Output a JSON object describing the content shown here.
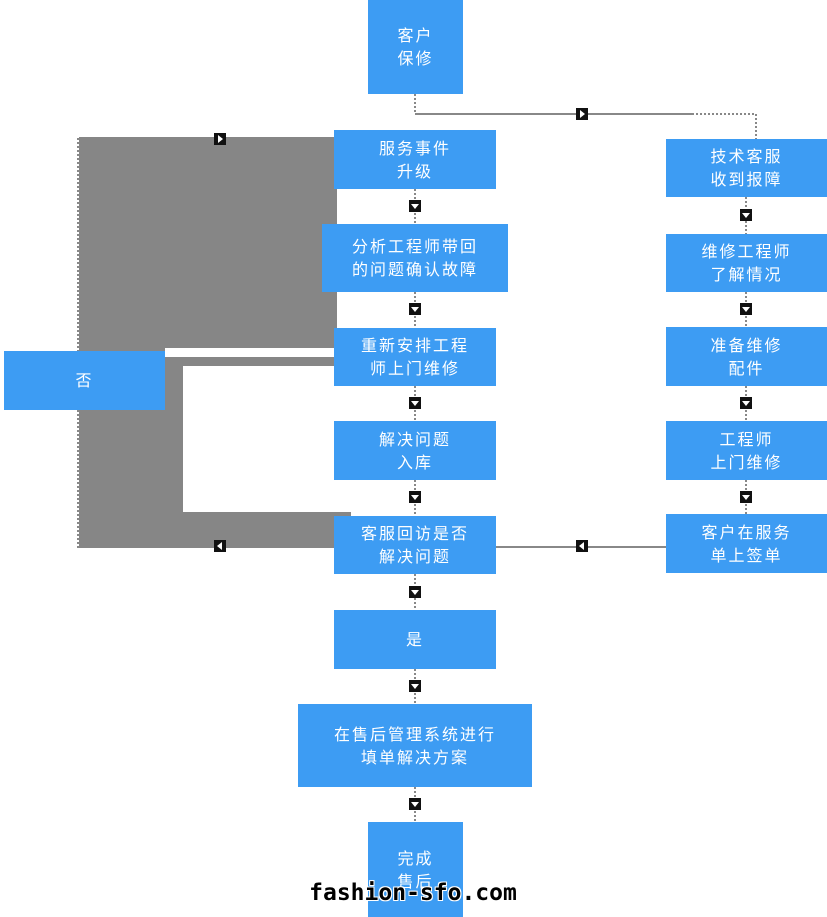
{
  "nodes": {
    "customer_repair": [
      "客户",
      "保修"
    ],
    "service_escalation": [
      "服务事件",
      "升级"
    ],
    "analysis_engineer": [
      "分析工程师带回",
      "的问题确认故障"
    ],
    "reschedule_engineer": [
      "重新安排工程",
      "师上门维修"
    ],
    "problem_solved_store": [
      "解决问题",
      "入库"
    ],
    "callback_check": [
      "客服回访是否",
      "解决问题"
    ],
    "yes": [
      "是"
    ],
    "fill_system": [
      "在售后管理系统进行",
      "填单解决方案"
    ],
    "complete": [
      "完成",
      "售后"
    ],
    "no": [
      "否"
    ],
    "tech_support": [
      "技术客服",
      "收到报障"
    ],
    "repair_engineer": [
      "维修工程师",
      "了解情况"
    ],
    "prepare_parts": [
      "准备维修",
      "配件"
    ],
    "engineer_onsite": [
      "工程师",
      "上门维修"
    ],
    "customer_sign": [
      "客户在服务",
      "单上签单"
    ]
  },
  "watermark": "fashion-sfo.com",
  "colors": {
    "node": "#3d9cf3",
    "block": "#868686",
    "connector": "#888888",
    "arrow": "#111111"
  }
}
